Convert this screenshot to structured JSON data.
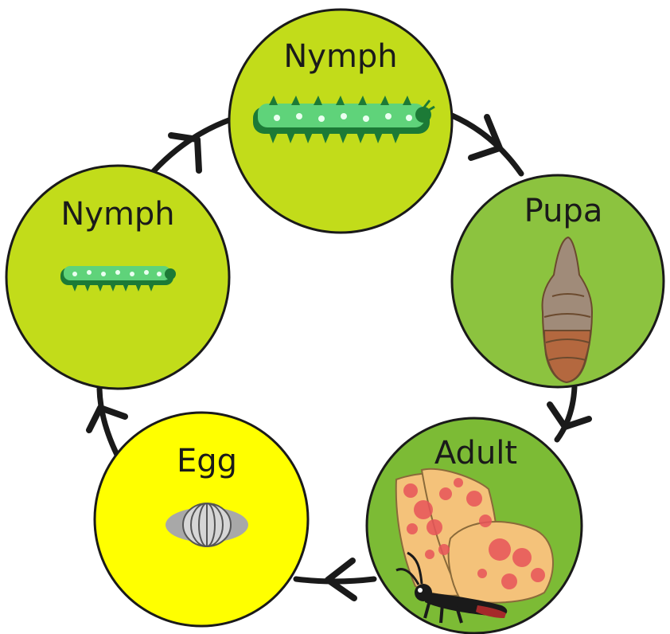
{
  "diagram": {
    "stages": [
      {
        "label": "Nymph",
        "illustration": "large-caterpillar",
        "fill": "#c2dc1a"
      },
      {
        "label": "Pupa",
        "illustration": "pupa",
        "fill": "#8cc33f"
      },
      {
        "label": "Adult",
        "illustration": "butterfly",
        "fill": "#7cbb35"
      },
      {
        "label": "Egg",
        "illustration": "egg",
        "fill": "#ffff00"
      },
      {
        "label": "Nymph",
        "illustration": "small-caterpillar",
        "fill": "#c2dc1a"
      }
    ],
    "colors": {
      "outline": "#1a1a1a",
      "arrow": "#1a1a1a",
      "caterpillar_body": "#5fd37a",
      "caterpillar_dark": "#1c7a36",
      "pupa_top": "#a08b79",
      "pupa_bottom": "#b4683f",
      "butterfly_wing": "#f4c27a",
      "butterfly_spot": "#e8545a",
      "egg_outer": "#a8a8a8",
      "egg_inner": "#d6d6d6"
    }
  }
}
